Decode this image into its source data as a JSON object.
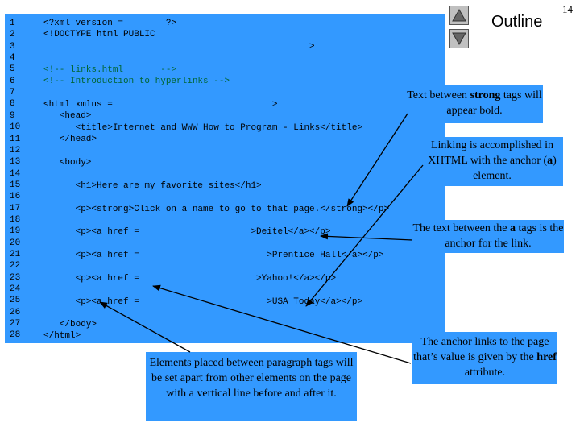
{
  "header": {
    "outline_label": "Outline",
    "page_number": "14",
    "nav_up_icon": "triangle-up-icon",
    "nav_down_icon": "triangle-down-icon"
  },
  "code": {
    "line_numbers": [
      "1",
      "2",
      "3",
      "4",
      "5",
      "6",
      "7",
      "8",
      "9",
      "10",
      "11",
      "12",
      "13",
      "14",
      "15",
      "16",
      "17",
      "18",
      "19",
      "20",
      "21",
      "22",
      "23",
      "24",
      "25",
      "26",
      "27",
      "28"
    ],
    "lines": {
      "1": "<?xml version =        ?>",
      "2": "<!DOCTYPE html PUBLIC",
      "3": "                                                  >",
      "5": "<!-- links.html       -->",
      "6": "<!-- Introduction to hyperlinks -->",
      "8": "<html xmlns =                              >",
      "9": "   <head>",
      "10a": "      <title>",
      "10b": "Internet and WWW How to Program - Links",
      "10c": "</title>",
      "11": "   </head>",
      "13": "   <body>",
      "15a": "      <h1>",
      "15b": "Here are my favorite sites",
      "15c": "</h1>",
      "17a": "      <p><strong>",
      "17b": "Click on a name to go to that page.",
      "17c": "</strong></p>",
      "19a": "      <p><a href =                     >",
      "19b": "Deitel",
      "19c": "</a></p>",
      "21a": "      <p><a href =                        >",
      "21b": "Prentice Hall",
      "21c": "</a></p>",
      "23a": "      <p><a href =                      >",
      "23b": "Yahoo!",
      "23c": "</a></p>",
      "25a": "      <p><a href =                        >",
      "25b": "USA Today",
      "25c": "</a></p>",
      "27": "   </body>",
      "28": "</html>"
    }
  },
  "callouts": {
    "strong_pre": "Text between ",
    "strong_bold": "strong",
    "strong_post": " tags will appear bold.",
    "link_pre": "Linking is accomplished in XHTML with the anchor (",
    "link_bold": "a",
    "link_post": ") element.",
    "anchor_pre": "The text between the ",
    "anchor_bold": "a",
    "anchor_post": " tags is the anchor for the link.",
    "href_pre": "The anchor links to the page that’s value is given by the ",
    "href_bold": "href",
    "href_post": " attribute.",
    "paragraph": "Elements placed between paragraph tags will be set apart from other elements on the page with a vertical line before and after it."
  }
}
